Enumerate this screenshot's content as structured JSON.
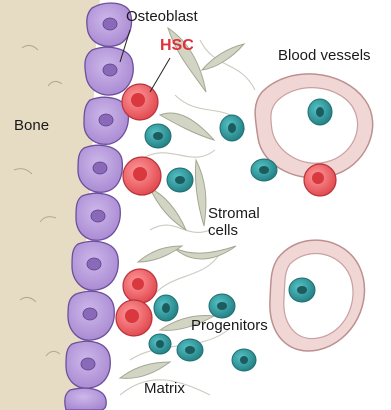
{
  "labels": {
    "osteoblast": "Osteoblast",
    "hsc": "HSC",
    "blood_vessels": "Blood vessels",
    "bone": "Bone",
    "stromal_line1": "Stromal",
    "stromal_line2": "cells",
    "progenitors": "Progenitors",
    "matrix": "Matrix"
  },
  "colors": {
    "hsc_label": "#e0303a",
    "bone": "#e6dcc4",
    "osteoblast_fill": "#b89fd8",
    "osteoblast_stroke": "#6c4f9c",
    "hsc_cell": "#ec5a5e",
    "progenitor_cell": "#2f9ea2",
    "stromal_cell": "#d2d5c4",
    "vessel_wall": "#f1d6d6",
    "vessel_stroke": "#bd9090"
  }
}
